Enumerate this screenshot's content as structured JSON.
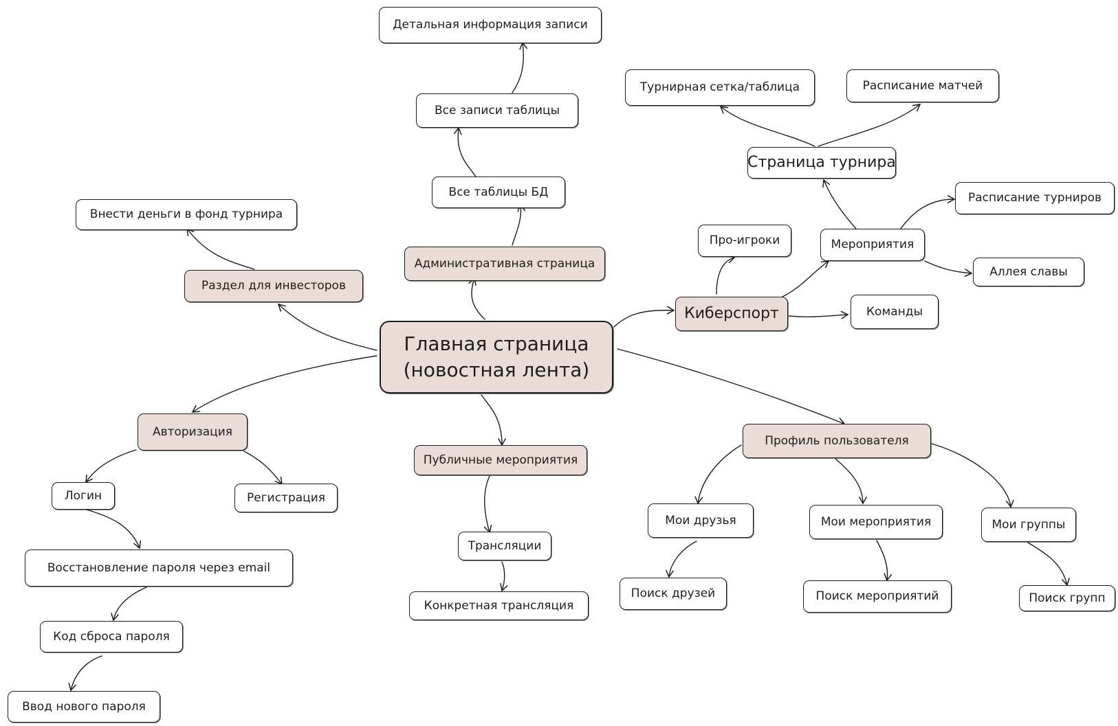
{
  "colors": {
    "stroke": "#1e1e1e",
    "category_fill": "#eaddd7",
    "node_fill": "#ffffff"
  },
  "nodes": {
    "root": "Главная страница (новостная лента)",
    "admin": "Административная страница",
    "db_tables": "Все таблицы БД",
    "table_records": "Все записи таблицы",
    "record_detail": "Детальная информация записи",
    "investors": "Раздел для инвесторов",
    "deposit": "Внести деньги в фонд турнира",
    "esports": "Киберспорт",
    "pro_players": "Про-игроки",
    "events": "Мероприятия",
    "teams": "Команды",
    "tournament_page": "Страница турнира",
    "bracket": "Турнирная сетка/таблица",
    "match_schedule": "Расписание матчей",
    "tournament_schedule": "Расписание турниров",
    "hall_of_fame": "Аллея славы",
    "auth": "Авторизация",
    "login": "Логин",
    "register": "Регистрация",
    "password_recovery": "Восстановление пароля через email",
    "reset_code": "Код сброса пароля",
    "new_password": "Ввод нового пароля",
    "public_events": "Публичные мероприятия",
    "broadcasts": "Трансляции",
    "specific_broadcast": "Конкретная трансляция",
    "profile": "Профиль пользователя",
    "my_friends": "Мои друзья",
    "friend_search": "Поиск друзей",
    "my_events": "Мои мероприятия",
    "event_search": "Поиск мероприятий",
    "my_groups": "Мои группы",
    "group_search": "Поиск групп"
  }
}
